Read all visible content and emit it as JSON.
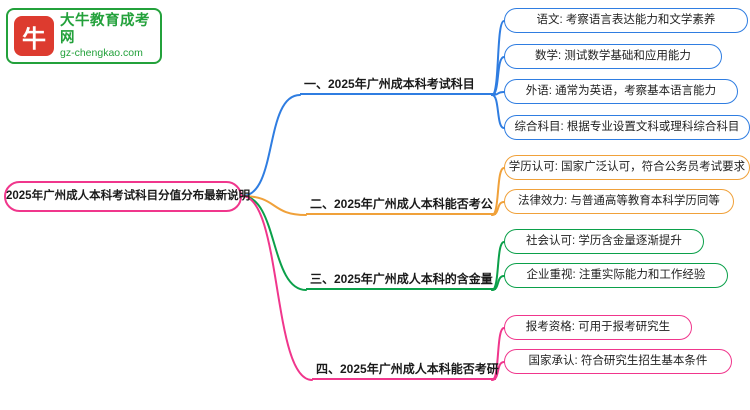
{
  "logo": {
    "site_name": "大牛教育成考网",
    "site_url": "gz-chengkao.com",
    "icon_glyph": "牛",
    "brand_green": "#23a13b",
    "brand_red": "#dd3b2f"
  },
  "root": {
    "label": "2025年广州成人本科考试科目分值分布最新说明",
    "color": "#f0368c"
  },
  "branches": [
    {
      "label": "一、2025年广州成本科考试科目",
      "color": "#2f7de1",
      "children": [
        {
          "label": "语文: 考察语言表达能力和文学素养"
        },
        {
          "label": "数学: 测试数学基础和应用能力"
        },
        {
          "label": "外语: 通常为英语，考察基本语言能力"
        },
        {
          "label": "综合科目: 根据专业设置文科或理科综合科目"
        }
      ]
    },
    {
      "label": "二、2025年广州成人本科能否考公",
      "color": "#f0a13a",
      "children": [
        {
          "label": "学历认可: 国家广泛认可，符合公务员考试要求"
        },
        {
          "label": "法律效力: 与普通高等教育本科学历同等"
        }
      ]
    },
    {
      "label": "三、2025年广州成人本科的含金量",
      "color": "#0ba04a",
      "children": [
        {
          "label": "社会认可: 学历含金量逐渐提升"
        },
        {
          "label": "企业重视: 注重实际能力和工作经验"
        }
      ]
    },
    {
      "label": "四、2025年广州成人本科能否考研",
      "color": "#f0368c",
      "children": [
        {
          "label": "报考资格: 可用于报考研究生"
        },
        {
          "label": "国家承认: 符合研究生招生基本条件"
        }
      ]
    }
  ]
}
